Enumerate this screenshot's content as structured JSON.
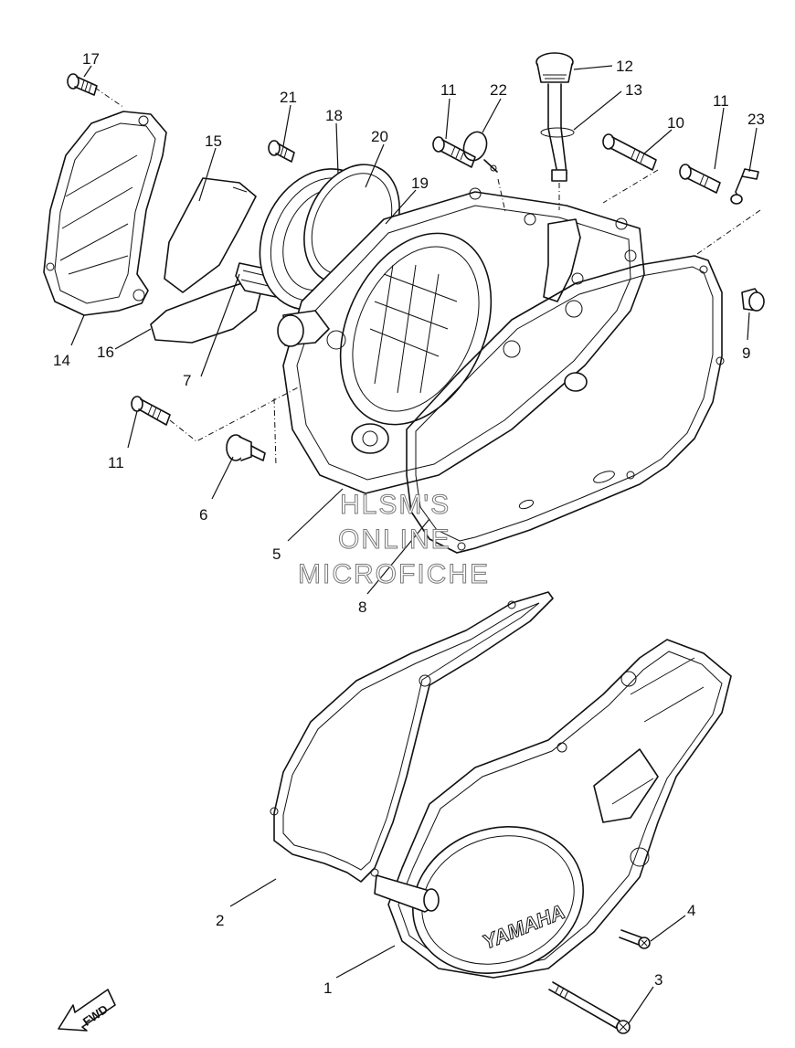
{
  "watermark": {
    "line1": "HLSM'S",
    "line2": "ONLINE",
    "line3": "MICROFICHE"
  },
  "cover_brand": "YAMAHA",
  "direction_label": "FWD",
  "callouts": {
    "c1": "1",
    "c2": "2",
    "c3": "3",
    "c4": "4",
    "c5": "5",
    "c6": "6",
    "c7": "7",
    "c8": "8",
    "c9": "9",
    "c10": "10",
    "c11a": "11",
    "c11b": "11",
    "c11c": "11",
    "c12": "12",
    "c13": "13",
    "c14": "14",
    "c15": "15",
    "c16": "16",
    "c17": "17",
    "c18": "18",
    "c19": "19",
    "c20": "20",
    "c21": "21",
    "c22": "22",
    "c23": "23"
  }
}
